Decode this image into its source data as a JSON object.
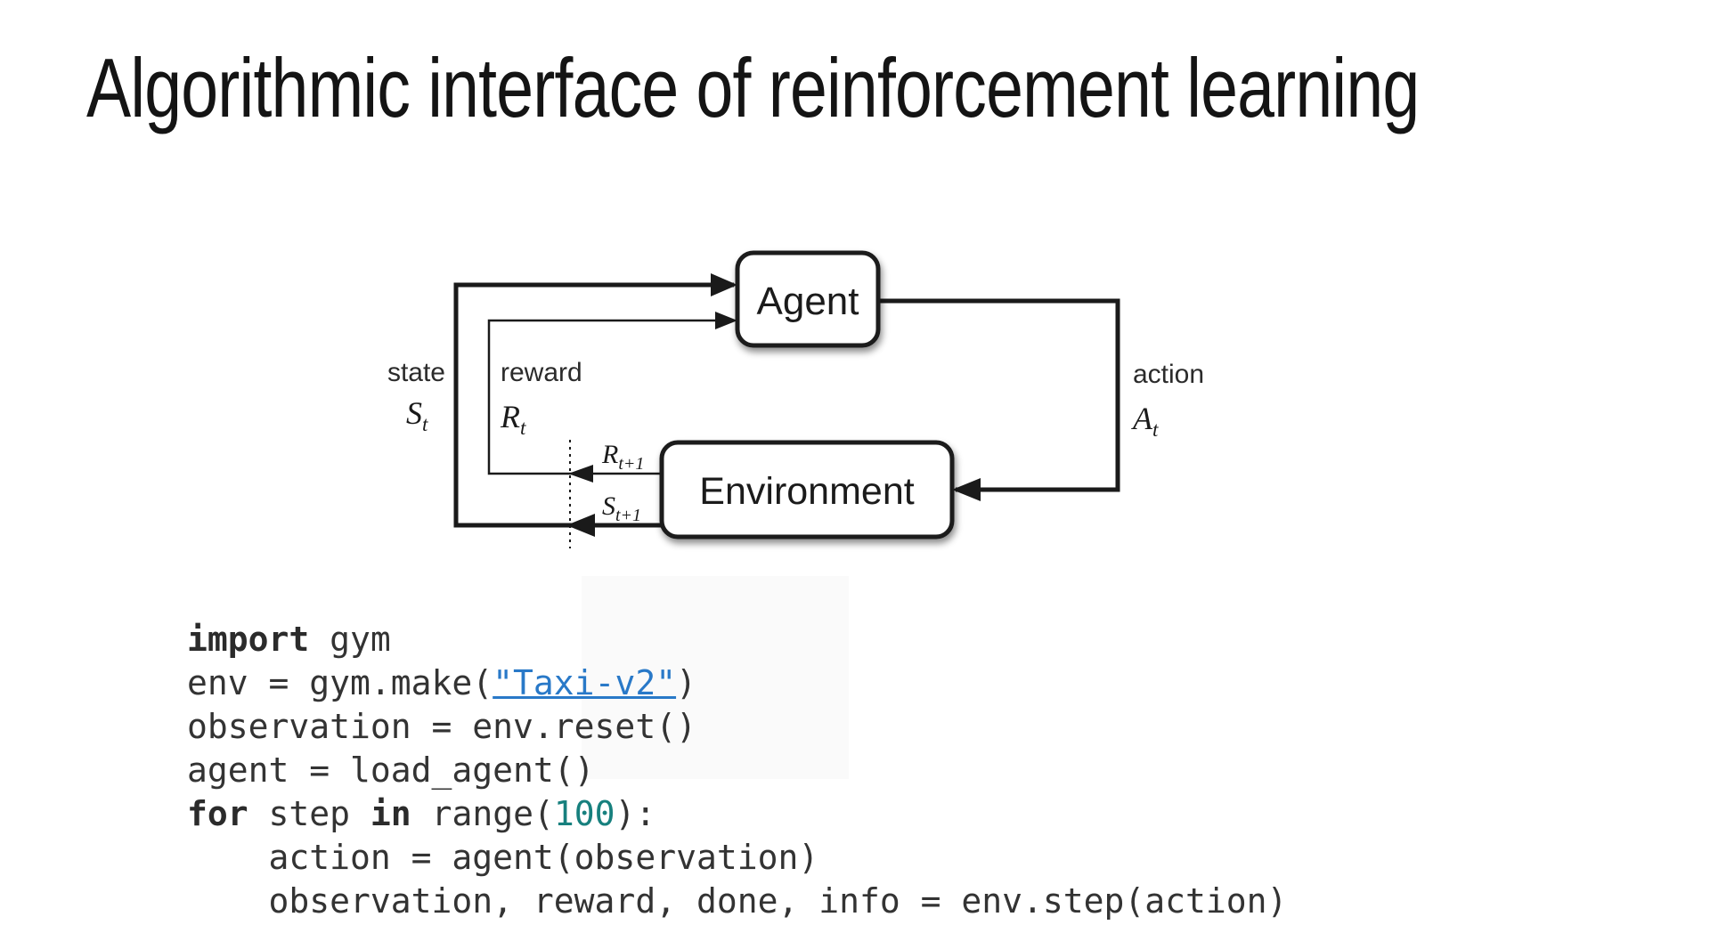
{
  "slide": {
    "title": "Algorithmic interface of reinforcement learning"
  },
  "diagram": {
    "agent_label": "Agent",
    "environment_label": "Environment",
    "state_label": "state",
    "state_symbol": {
      "main": "S",
      "sub": "t"
    },
    "reward_label": "reward",
    "reward_symbol": {
      "main": "R",
      "sub": "t"
    },
    "action_label": "action",
    "action_symbol": {
      "main": "A",
      "sub": "t"
    },
    "next_reward_symbol": {
      "main": "R",
      "sub": "t+1"
    },
    "next_state_symbol": {
      "main": "S",
      "sub": "t+1"
    },
    "line_color": "#1a1a1a",
    "box_fill": "#ffffff"
  },
  "code": {
    "colors": {
      "default": "#333333",
      "keyword": "#2b2b2b",
      "link": "#2979c8",
      "number": "#17807e"
    },
    "lines": [
      {
        "segments": [
          {
            "text": "import",
            "style": "keyword"
          },
          {
            "text": " gym"
          }
        ]
      },
      {
        "segments": [
          {
            "text": "env = gym.make("
          },
          {
            "text": "\"Taxi-v2\"",
            "style": "link"
          },
          {
            "text": ")"
          }
        ]
      },
      {
        "segments": [
          {
            "text": "observation = env.reset()"
          }
        ]
      },
      {
        "segments": [
          {
            "text": "agent = load_agent()"
          }
        ]
      },
      {
        "segments": [
          {
            "text": "for",
            "style": "keyword"
          },
          {
            "text": " step "
          },
          {
            "text": "in",
            "style": "keyword"
          },
          {
            "text": " range("
          },
          {
            "text": "100",
            "style": "number"
          },
          {
            "text": "):"
          }
        ]
      },
      {
        "segments": [
          {
            "text": "    action = agent(observation)"
          }
        ]
      },
      {
        "segments": [
          {
            "text": "    observation, reward, done, info = env.step(action)"
          }
        ]
      }
    ]
  }
}
